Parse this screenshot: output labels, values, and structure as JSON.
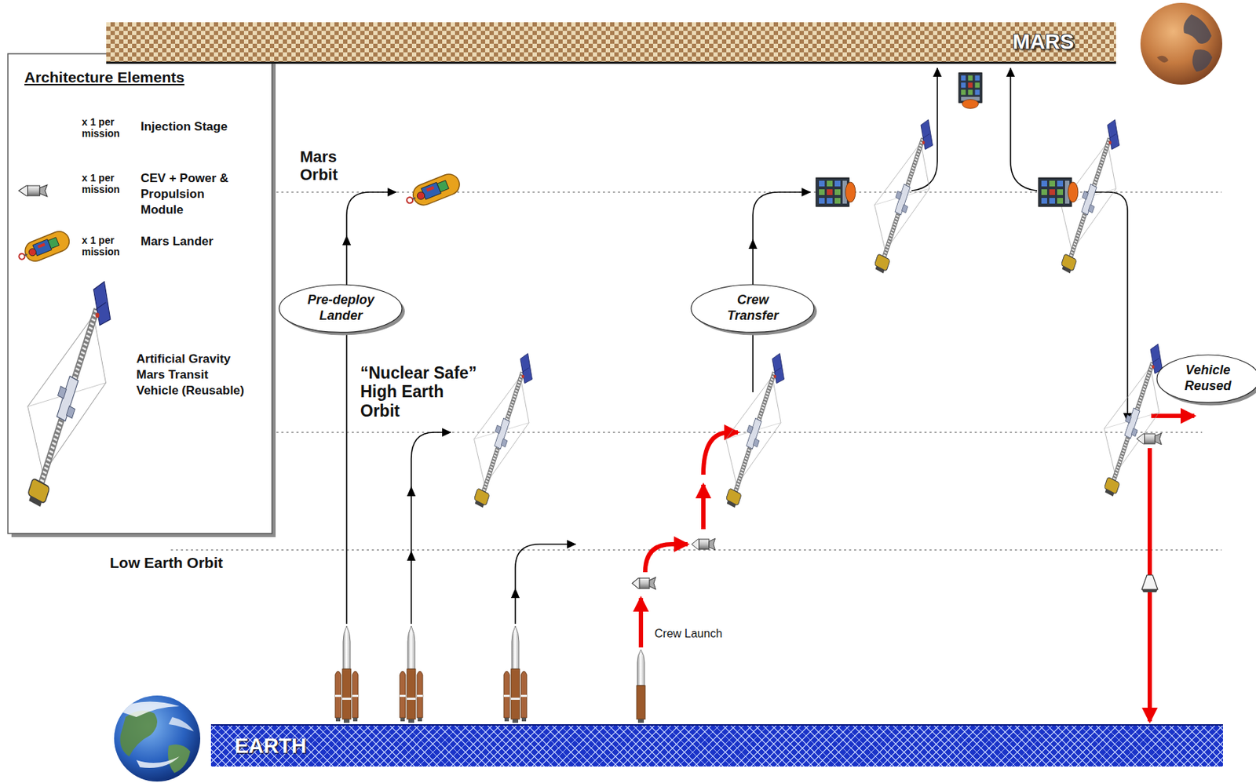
{
  "diagram": {
    "nodes": [
      {
        "text": [
          "MARS"
        ]
      },
      {
        "text": [
          "Pre-deploy Lander"
        ]
      },
      {
        "text": [
          "Crew Transfer"
        ]
      },
      {
        "text": [
          "Vehicle Reused"
        ]
      },
      {
        "text": [
          "EARTH"
        ]
      }
    ],
    "labels": [
      "Architecture Elements",
      "x 1 per mission",
      "x 1 per mission",
      "x 1 per mission",
      "Mars Orbit",
      "“Nuclear Safe” High Earth Orbit",
      "Low Earth Orbit",
      "Crew Launch"
    ],
    "legend": [
      {
        "text": "Injection Stage"
      },
      {
        "text": "CEV + Power & Propulsion Module"
      },
      {
        "text": "Mars Lander"
      },
      {
        "text": "Artificial Gravity Mars Transit Vehicle (Reusable)"
      }
    ]
  }
}
